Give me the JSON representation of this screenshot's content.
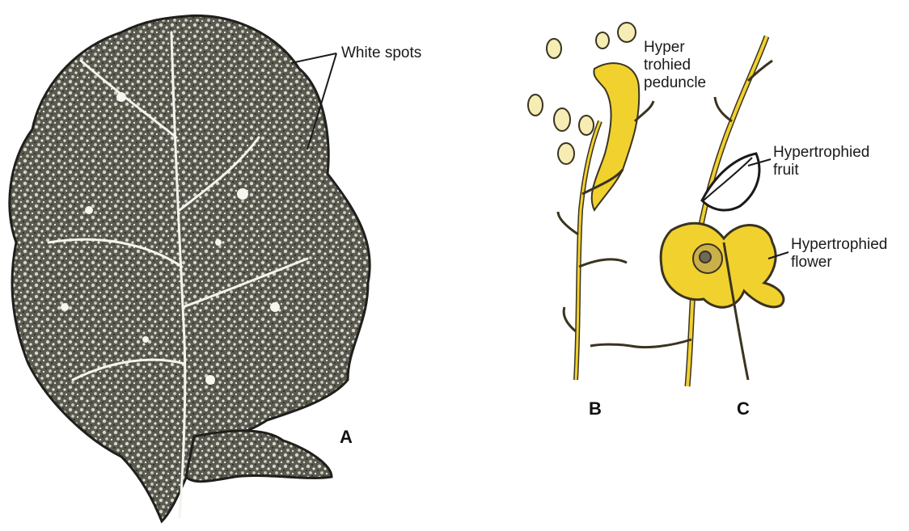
{
  "figure": {
    "labels": {
      "white_spots": "White spots",
      "hypertrophied_peduncle": "Hyper\ntrohied\npeduncle",
      "hypertrophied_fruit": "Hypertrophied\nfruit",
      "hypertrophied_flower": "Hypertrophied\nflower"
    },
    "panels": {
      "a": "A",
      "b": "B",
      "c": "C"
    },
    "colors": {
      "ink": "#1a1a1a",
      "leaf_shade": "#4a4a40",
      "leaf_texture": "#2b2b28",
      "plant_yellow": "#f1d12e",
      "plant_outline": "#3a3320",
      "background": "#ffffff"
    }
  }
}
